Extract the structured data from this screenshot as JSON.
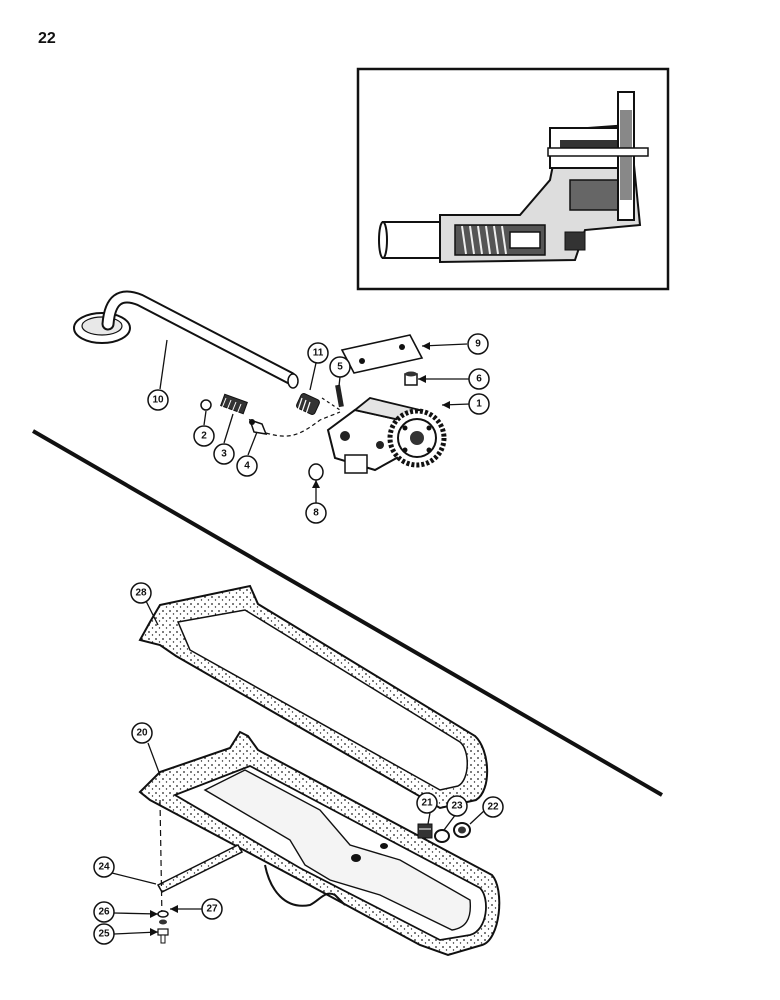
{
  "page_number": "22",
  "callouts": {
    "c1": "1",
    "c2": "2",
    "c3": "3",
    "c4": "4",
    "c5": "5",
    "c6": "6",
    "c8": "8",
    "c9": "9",
    "c10": "10",
    "c11": "11",
    "c20": "20",
    "c21": "21",
    "c22": "22",
    "c23": "23",
    "c24": "24",
    "c25": "25",
    "c26": "26",
    "c27": "27",
    "c28": "28"
  }
}
